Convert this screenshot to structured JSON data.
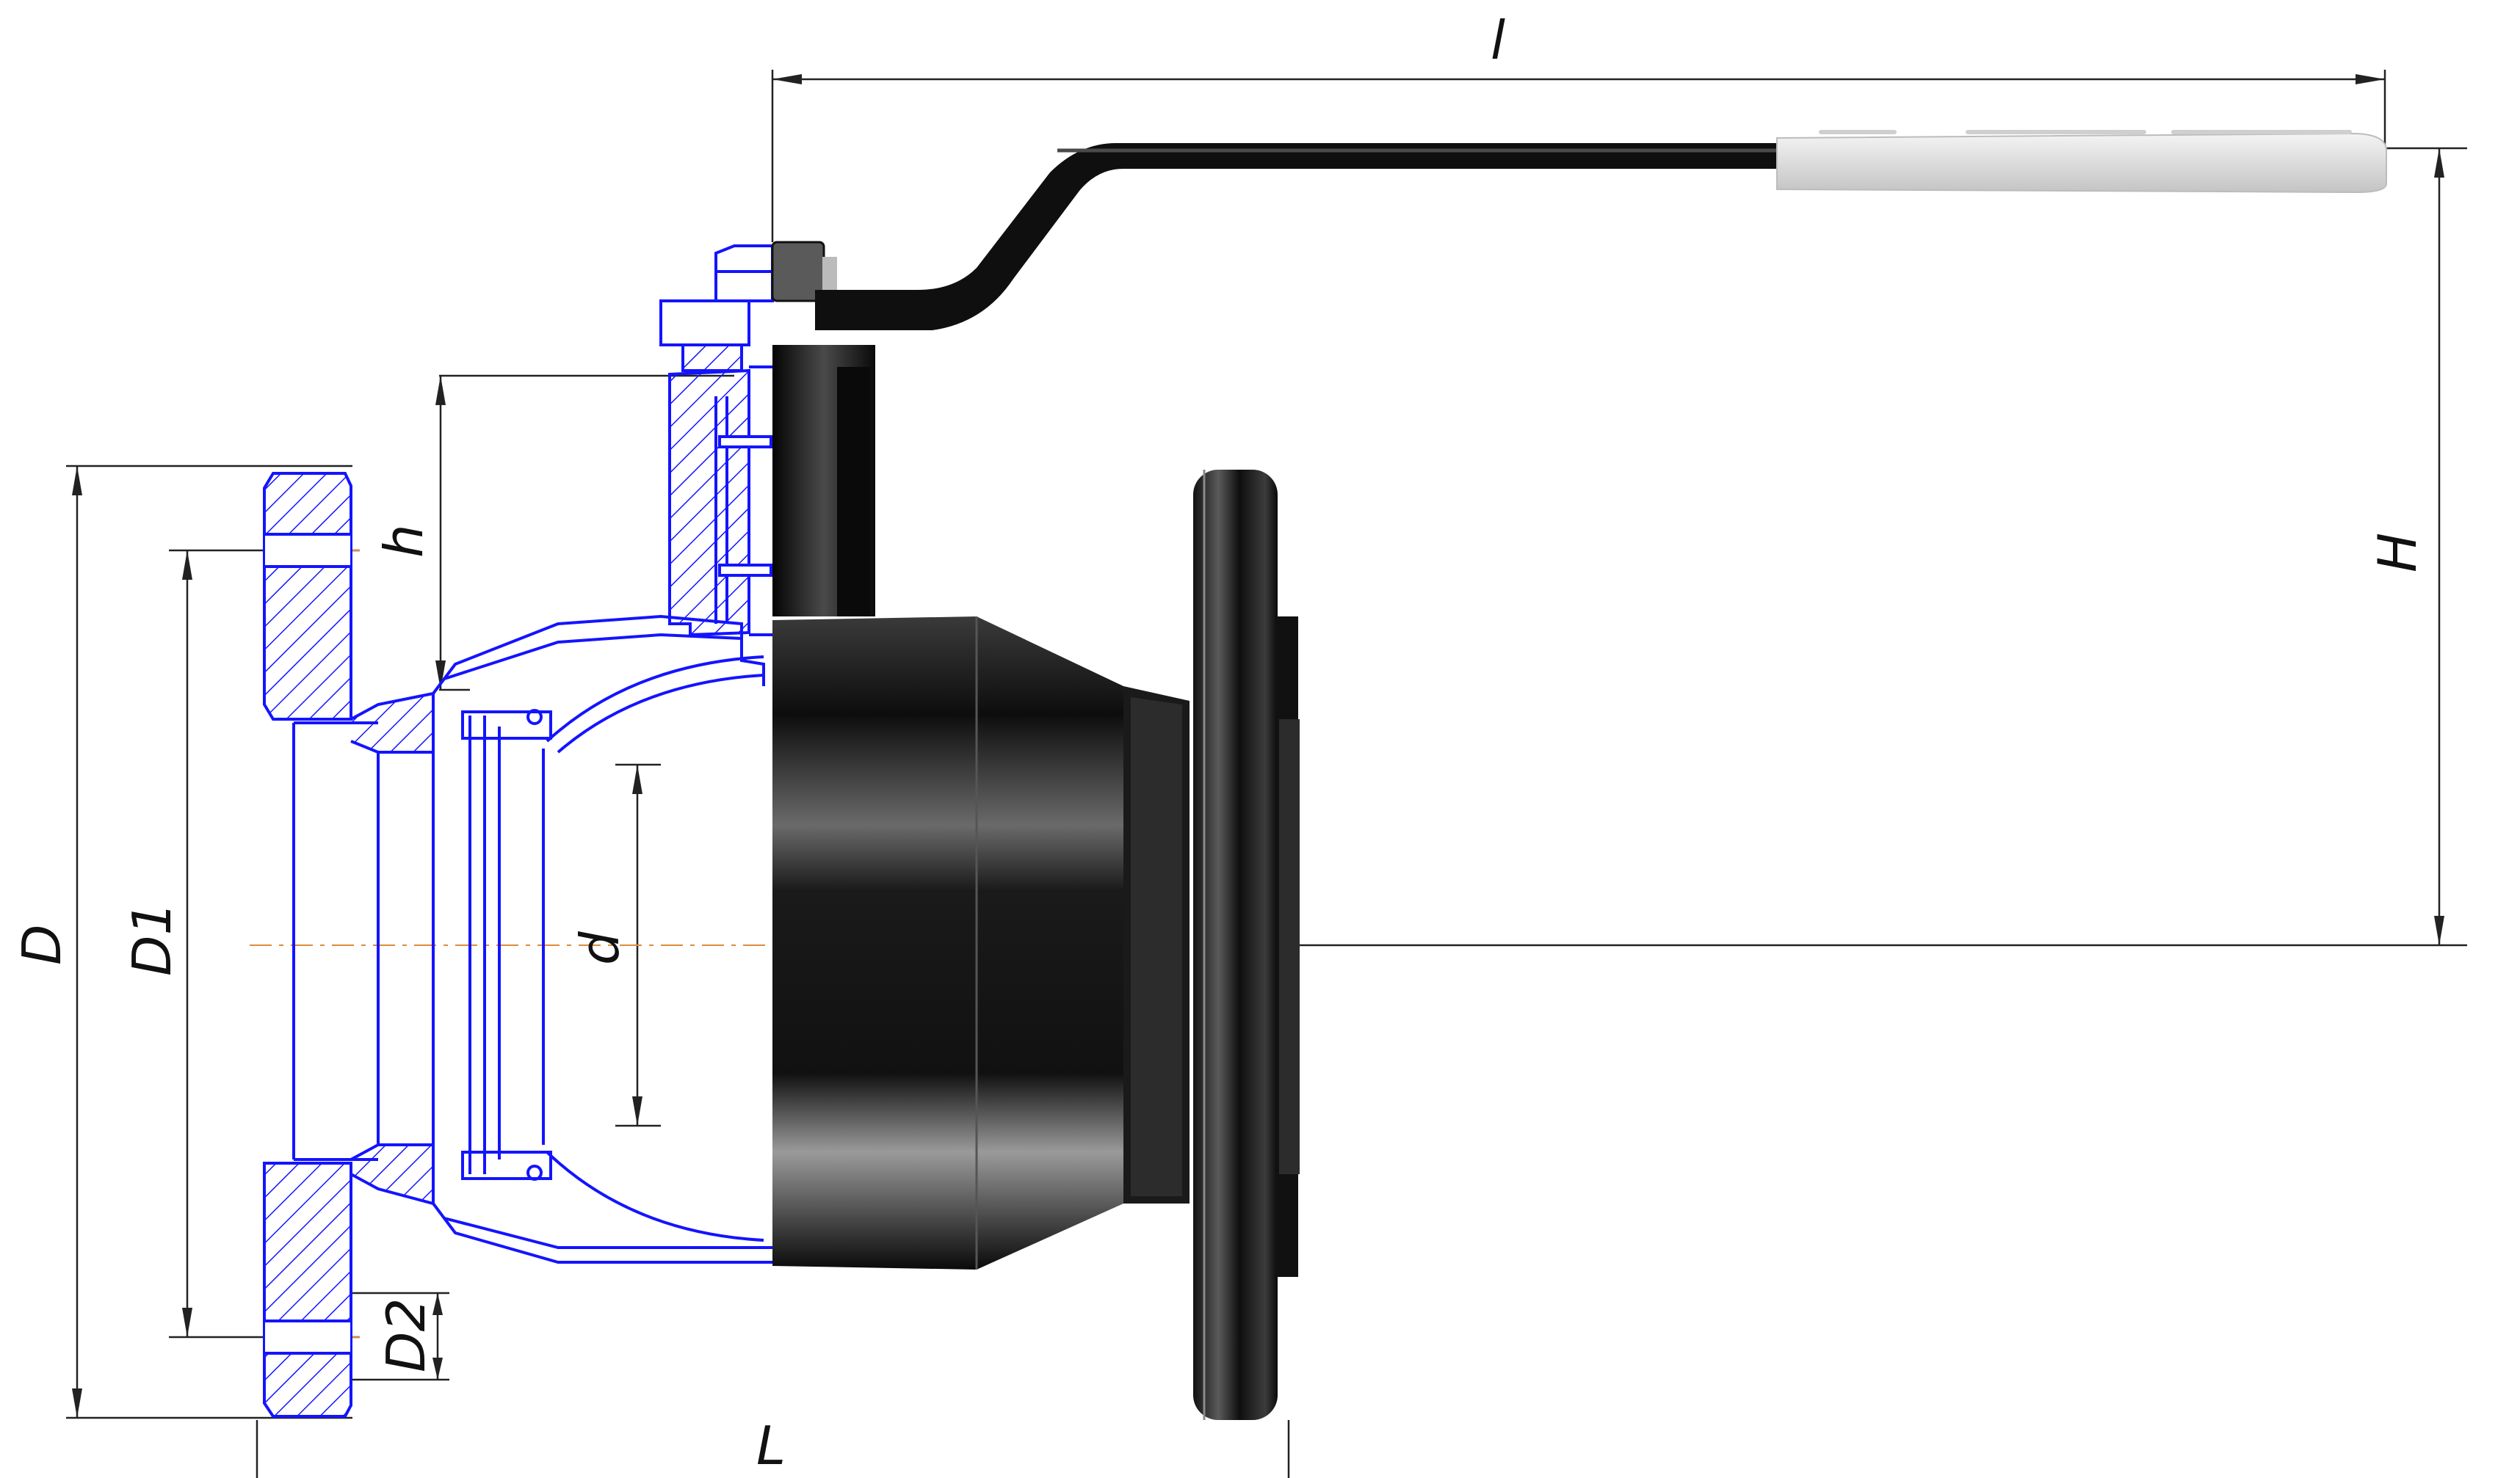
{
  "labels": {
    "l": "l",
    "H": "H",
    "h": "h",
    "D": "D",
    "D1": "D1",
    "d": "d",
    "D2": "D2",
    "L": "L"
  },
  "colors": {
    "section_line": "#1414ff",
    "dimension_line": "#222222",
    "body_dark": "#1c1c1c",
    "handle_grip": "#e6e6e6",
    "hatch": "#1414ff"
  }
}
